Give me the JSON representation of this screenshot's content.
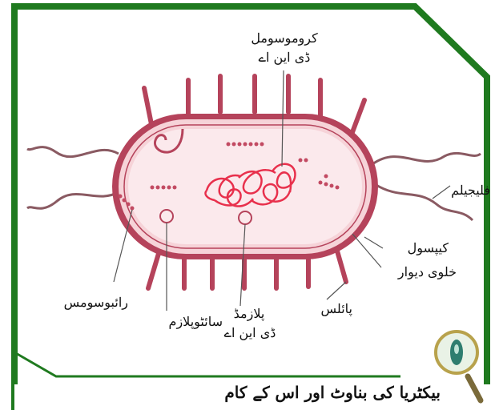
{
  "title": "بیکٹریا کی بناوٹ اور اس کے کام",
  "labels": {
    "chromosomal": "کروموسومل",
    "dna_top": "ڈی این اے",
    "flagellum": "فلیجیلم",
    "capsule": "کیپسول",
    "cell_wall": "خلوی دیوار",
    "ribosomes": "رائبوسومس",
    "cytoplasm": "سائٹوپلازم",
    "plasmid": "پلازمڈ",
    "plasmid_dna": "ڈی این اے",
    "pilus": "پائلس"
  },
  "colors": {
    "frame_green": "#1f7a1f",
    "capsule": "#b5435b",
    "cell_wall_fill": "#f6d3d8",
    "cytoplasm": "#fbe9ec",
    "dna": "#e8304c",
    "pili": "#b5435b",
    "flagella": "#8a5a62",
    "dots": "#c24a62"
  },
  "icons": {
    "corner": "magnifier-bacterium-icon"
  }
}
